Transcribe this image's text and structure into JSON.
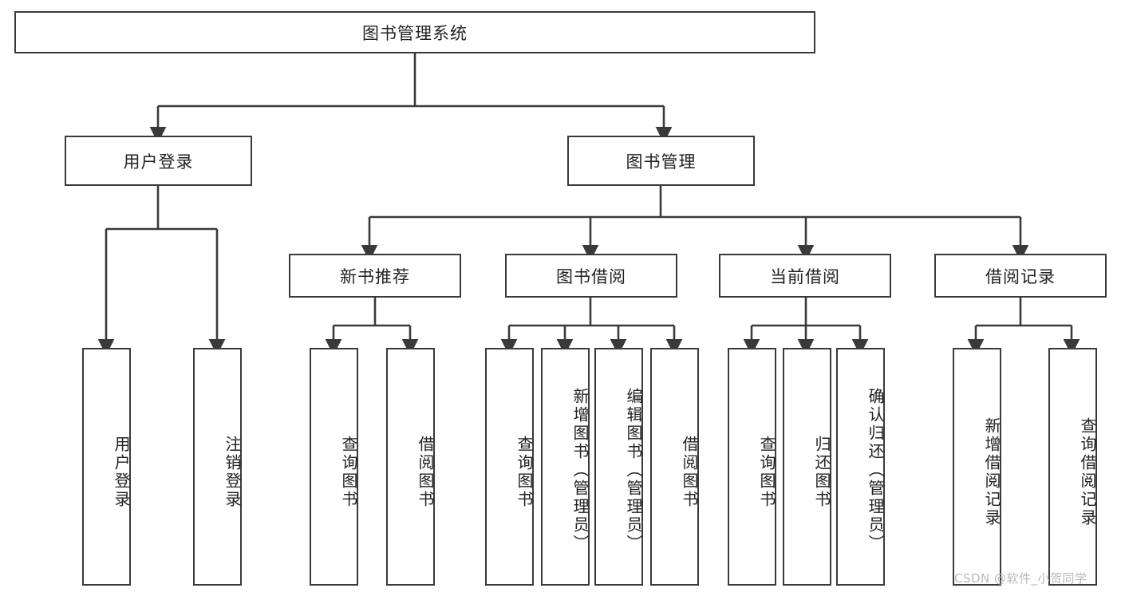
{
  "diagram": {
    "type": "tree-hierarchy",
    "title": "图书管理系统",
    "watermark": "CSDN @软件_小贺同学",
    "colors": {
      "box_border": "#3a3a3a",
      "box_fill": "#ffffff",
      "line": "#3a3a3a",
      "text": "#222222",
      "watermark": "#b9b9b9"
    },
    "nodes": {
      "root": {
        "label": "图书管理系统"
      },
      "level2": [
        {
          "id": "user-login",
          "label": "用户登录"
        },
        {
          "id": "book-manage",
          "label": "图书管理"
        }
      ],
      "level3": [
        {
          "id": "new-book-recommend",
          "label": "新书推荐"
        },
        {
          "id": "book-borrow",
          "label": "图书借阅"
        },
        {
          "id": "current-borrow",
          "label": "当前借阅"
        },
        {
          "id": "borrow-record",
          "label": "借阅记录"
        }
      ],
      "leaves": [
        {
          "id": "leaf-user-login",
          "label": "用户登录",
          "parent": "user-login"
        },
        {
          "id": "leaf-logout",
          "label": "注销登录",
          "parent": "user-login"
        },
        {
          "id": "leaf-query-book-1",
          "label": "查询图书",
          "parent": "new-book-recommend"
        },
        {
          "id": "leaf-borrow-book-1",
          "label": "借阅图书",
          "parent": "new-book-recommend"
        },
        {
          "id": "leaf-query-book-2",
          "label": "查询图书",
          "parent": "book-borrow"
        },
        {
          "id": "leaf-add-book",
          "label": "新增图书（管理员）",
          "parent": "book-borrow"
        },
        {
          "id": "leaf-edit-book",
          "label": "编辑图书（管理员）",
          "parent": "book-borrow"
        },
        {
          "id": "leaf-borrow-book-2",
          "label": "借阅图书",
          "parent": "book-borrow"
        },
        {
          "id": "leaf-query-book-3",
          "label": "查询图书",
          "parent": "current-borrow"
        },
        {
          "id": "leaf-return-book",
          "label": "归还图书",
          "parent": "current-borrow"
        },
        {
          "id": "leaf-confirm-return",
          "label": "确认归还（管理员）",
          "parent": "current-borrow"
        },
        {
          "id": "leaf-add-record",
          "label": "新增借阅记录",
          "parent": "borrow-record"
        },
        {
          "id": "leaf-query-record",
          "label": "查询借阅记录",
          "parent": "borrow-record"
        }
      ]
    }
  }
}
